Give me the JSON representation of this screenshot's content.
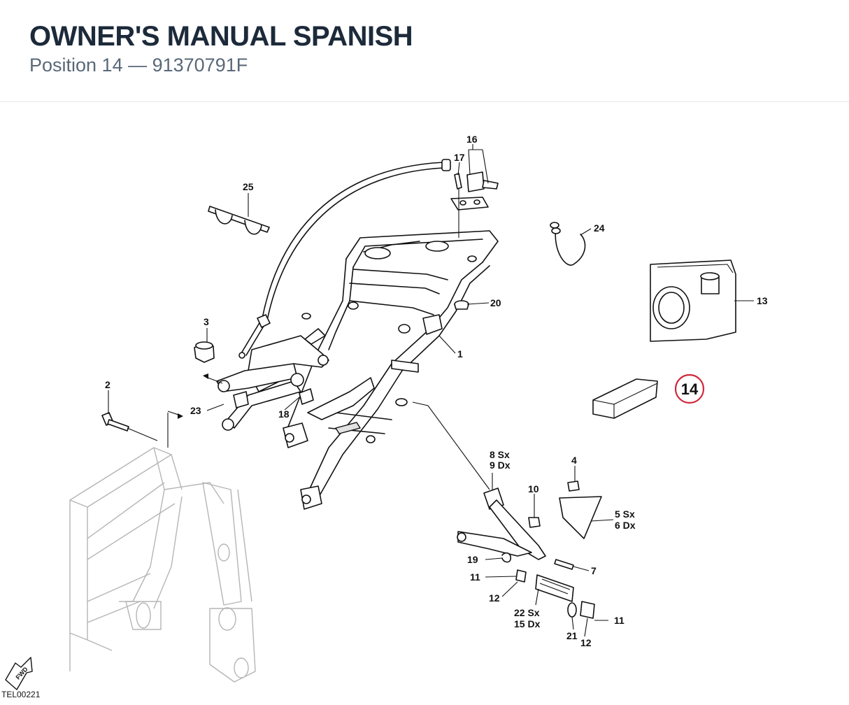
{
  "header": {
    "title": "OWNER'S MANUAL SPANISH",
    "subtitle": "Position 14 — 91370791F"
  },
  "diagram": {
    "drawing_code": "TEL00221",
    "fwd_label": "FWD",
    "highlight_color": "#d0283a",
    "highlighted_callout": "14",
    "callouts": {
      "c1": "1",
      "c2": "2",
      "c3": "3",
      "c4": "4",
      "c5a": "5 Sx",
      "c5b": "6 Dx",
      "c7": "7",
      "c8a": "8 Sx",
      "c8b": "9 Dx",
      "c10": "10",
      "c11a": "11",
      "c11b": "11",
      "c12a": "12",
      "c12b": "12",
      "c13": "13",
      "c14": "14",
      "c16": "16",
      "c17": "17",
      "c18": "18",
      "c19": "19",
      "c20": "20",
      "c21": "21",
      "c22a": "22 Sx",
      "c22b": "15 Dx",
      "c23": "23",
      "c24": "24",
      "c25": "25"
    }
  }
}
